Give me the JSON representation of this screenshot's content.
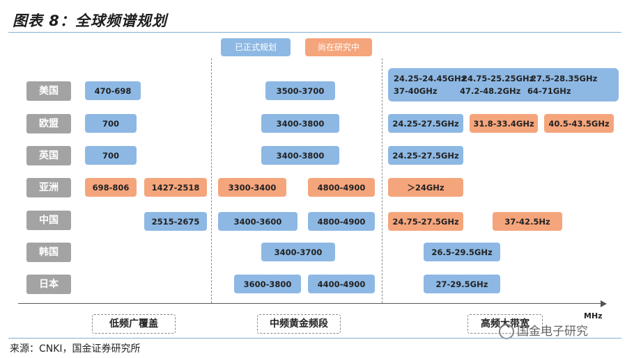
{
  "title": "图表 8：全球频谱规划",
  "source": "来源：CNKI，国金证券研究所",
  "legend": {
    "planned": {
      "label": "已正式规划",
      "color": "#8db8e4"
    },
    "research": {
      "label": "尚在研究中",
      "color": "#f5a57c"
    }
  },
  "regions": [
    "美国",
    "欧盟",
    "英国",
    "亚洲",
    "中国",
    "韩国",
    "日本"
  ],
  "bands": {
    "us": {
      "low": "470-698",
      "mid": "3500-3700",
      "high": [
        "24.25-24.45GHz",
        "24.75-25.25GHz",
        "27.5-28.35GHz",
        "37-40GHz",
        "47.2-48.2GHz",
        "64-71GHz"
      ]
    },
    "eu": {
      "low": "700",
      "mid": "3400-3800",
      "high1": "24.25-27.5GHz",
      "high2": "31.8-33.4GHz",
      "high3": "40.5-43.5GHz"
    },
    "uk": {
      "low": "700",
      "mid": "3400-3800",
      "high1": "24.25-27.5GHz"
    },
    "asia": {
      "low1": "698-806",
      "low2": "1427-2518",
      "mid1": "3300-3400",
      "mid2": "4800-4900",
      "high1": "＞24GHz"
    },
    "cn": {
      "low2": "2515-2675",
      "mid1": "3400-3600",
      "mid2": "4800-4900",
      "high1": "24.75-27.5GHz",
      "high2": "37-42.5Hz"
    },
    "kr": {
      "mid": "3400-3700",
      "high": "26.5-29.5GHz"
    },
    "jp": {
      "mid1": "3600-3800",
      "mid2": "4400-4900",
      "high": "27-29.5GHz"
    }
  },
  "axis": {
    "unit": "MHz"
  },
  "categories": {
    "low": "低频广覆盖",
    "mid": "中频黄金频段",
    "high": "高频大带宽"
  },
  "watermark": "国金电子研究"
}
